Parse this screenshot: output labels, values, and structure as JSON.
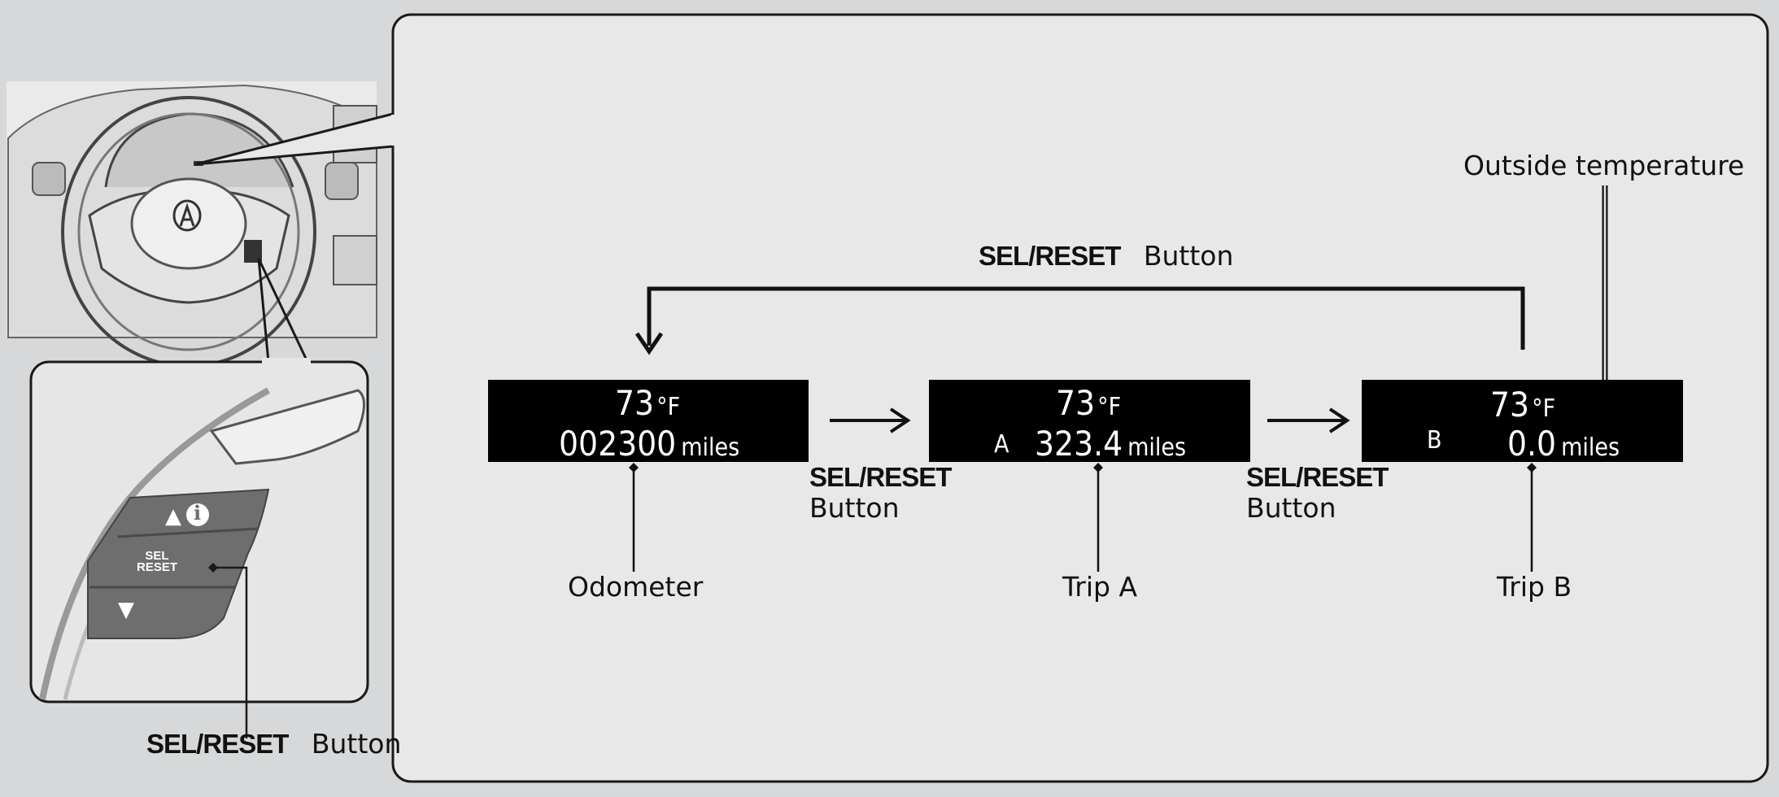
{
  "colors": {
    "outer_bg": "#d7d8d9",
    "panel_bg": "#e8e8e8",
    "display_bg": "#000000",
    "display_text": "#ffffff",
    "button_pad": "#6e6e6e",
    "outline": "#222222"
  },
  "left_panel": {
    "caption_bold": "SEL/RESET",
    "caption_regular": "Button",
    "pad": {
      "top_icon": "▲",
      "info_icon": "i",
      "middle_line1": "SEL",
      "middle_line2": "RESET",
      "bottom_icon": "▼"
    }
  },
  "cycle": {
    "loop_label_bold": "SEL/RESET",
    "loop_label_regular": "Button",
    "arrow_labels": [
      {
        "bold": "SEL/RESET",
        "regular": "Button"
      },
      {
        "bold": "SEL/RESET",
        "regular": "Button"
      }
    ]
  },
  "displays": [
    {
      "temp": "73",
      "unit": "°F",
      "prefix": "",
      "value": "002300",
      "miles": "miles",
      "caption": "Odometer"
    },
    {
      "temp": "73",
      "unit": "°F",
      "prefix": "A",
      "value": "323.4",
      "miles": "miles",
      "caption": "Trip A"
    },
    {
      "temp": "73",
      "unit": "°F",
      "prefix": "B",
      "value": "0.0",
      "miles": "miles",
      "caption": "Trip B"
    }
  ],
  "callout": {
    "outside_temp": "Outside temperature"
  }
}
